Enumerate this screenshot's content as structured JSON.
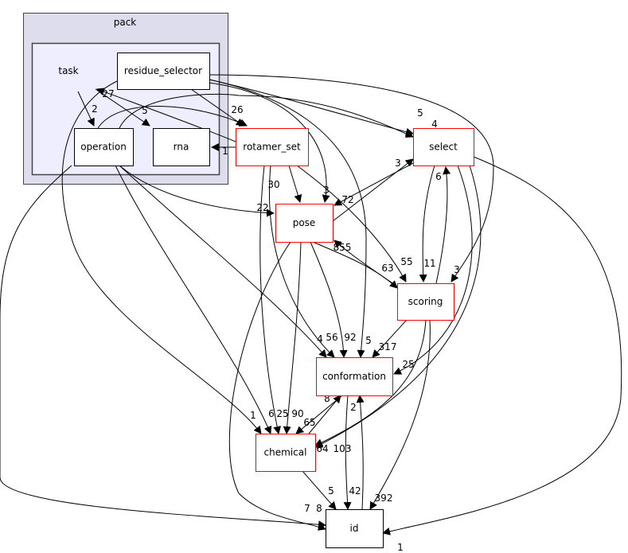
{
  "clusters": {
    "outer": {
      "label": "pack",
      "fill": "#dddded"
    },
    "inner": {
      "label": "task",
      "fill": "#eeeeff"
    }
  },
  "nodes": [
    {
      "id": "residue_selector",
      "label": "residue_selector",
      "border": "#000000"
    },
    {
      "id": "operation",
      "label": "operation",
      "border": "#000000"
    },
    {
      "id": "rna",
      "label": "rna",
      "border": "#000000"
    },
    {
      "id": "rotamer_set",
      "label": "rotamer_set",
      "border": "#ff0000"
    },
    {
      "id": "select",
      "label": "select",
      "border": "#ff0000"
    },
    {
      "id": "pose",
      "label": "pose",
      "border": "#ff0000"
    },
    {
      "id": "scoring",
      "label": "scoring",
      "border": "#ff0000"
    },
    {
      "id": "conformation",
      "label": "conformation",
      "border": "#ff0000"
    },
    {
      "id": "chemical",
      "label": "chemical",
      "border": "#ff0000"
    },
    {
      "id": "id",
      "label": "id",
      "border": "#000000"
    }
  ],
  "edges": [
    {
      "from": "task",
      "to": "operation",
      "label": "2"
    },
    {
      "from": "residue_selector",
      "to": "rna",
      "label": "5"
    },
    {
      "from": "rotamer_set",
      "to": "residue_selector",
      "label": "27"
    },
    {
      "from": "rotamer_set",
      "to": "rna",
      "label": "1"
    },
    {
      "from": "residue_selector",
      "to": "rotamer_set",
      "label": "26"
    },
    {
      "from": "operation",
      "to": "rotamer_set",
      "label": ""
    },
    {
      "from": "residue_selector",
      "to": "select",
      "label": "5"
    },
    {
      "from": "operation",
      "to": "select",
      "label": "4"
    },
    {
      "from": "residue_selector",
      "to": "pose",
      "label": "3"
    },
    {
      "from": "rotamer_set",
      "to": "pose",
      "label": "30"
    },
    {
      "from": "operation",
      "to": "pose",
      "label": "22"
    },
    {
      "from": "select",
      "to": "pose",
      "label": "72"
    },
    {
      "from": "pose",
      "to": "select",
      "label": "3"
    },
    {
      "from": "rotamer_set",
      "to": "scoring",
      "label": "55"
    },
    {
      "from": "residue_selector",
      "to": "scoring",
      "label": "3"
    },
    {
      "from": "select",
      "to": "scoring",
      "label": "11"
    },
    {
      "from": "scoring",
      "to": "select",
      "label": "6"
    },
    {
      "from": "pose",
      "to": "scoring",
      "label": "63"
    },
    {
      "from": "scoring",
      "to": "pose",
      "label": "855"
    },
    {
      "from": "operation",
      "to": "conformation",
      "label": "4"
    },
    {
      "from": "rotamer_set",
      "to": "conformation",
      "label": "56"
    },
    {
      "from": "pose",
      "to": "conformation",
      "label": "92"
    },
    {
      "from": "residue_selector",
      "to": "conformation",
      "label": "5"
    },
    {
      "from": "scoring",
      "to": "conformation",
      "label": "317"
    },
    {
      "from": "select",
      "to": "conformation",
      "label": "25"
    },
    {
      "from": "residue_selector",
      "to": "chemical",
      "label": "1"
    },
    {
      "from": "operation",
      "to": "chemical",
      "label": "6"
    },
    {
      "from": "rotamer_set",
      "to": "chemical",
      "label": "25"
    },
    {
      "from": "pose",
      "to": "chemical",
      "label": "90"
    },
    {
      "from": "conformation",
      "to": "chemical",
      "label": "65"
    },
    {
      "from": "chemical",
      "to": "conformation",
      "label": "8"
    },
    {
      "from": "select",
      "to": "chemical",
      "label": "64"
    },
    {
      "from": "scoring",
      "to": "chemical",
      "label": "103"
    },
    {
      "from": "chemical",
      "to": "id",
      "label": "5"
    },
    {
      "from": "conformation",
      "to": "id",
      "label": "42"
    },
    {
      "from": "id",
      "to": "conformation",
      "label": "2"
    },
    {
      "from": "scoring",
      "to": "id",
      "label": "392"
    },
    {
      "from": "operation",
      "to": "id",
      "label": "7"
    },
    {
      "from": "pose",
      "to": "id",
      "label": "8"
    },
    {
      "from": "select",
      "to": "id",
      "label": "1"
    }
  ]
}
